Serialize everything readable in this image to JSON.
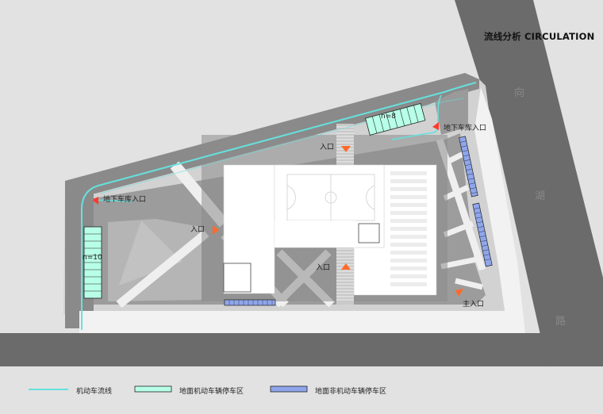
{
  "title": "流线分析  CIRCULATION",
  "road_name": [
    "向",
    "湖",
    "路"
  ],
  "labels": {
    "underground_entry_left": "地下车库入口",
    "underground_entry_right": "地下车库入口",
    "entry_top": "入口",
    "entry_left": "入口",
    "entry_center": "入口",
    "main_entry": "主入口",
    "parking_count_top": "n=8",
    "parking_count_left": "n=10"
  },
  "legend": [
    {
      "label": "机动车流线",
      "color": "#66e0dc"
    },
    {
      "label": "地面机动车辆停车区",
      "color": "#b8ffe8"
    },
    {
      "label": "地面非机动车辆停车区",
      "color": "#8fa6ec"
    }
  ],
  "colors": {
    "road": "#6b6b6b",
    "background": "#e2e2e2",
    "site": "#bdbdbd",
    "building": "#ffffff",
    "entry_marker": "#ff6a2a",
    "traffic_line": "#66e0dc"
  }
}
